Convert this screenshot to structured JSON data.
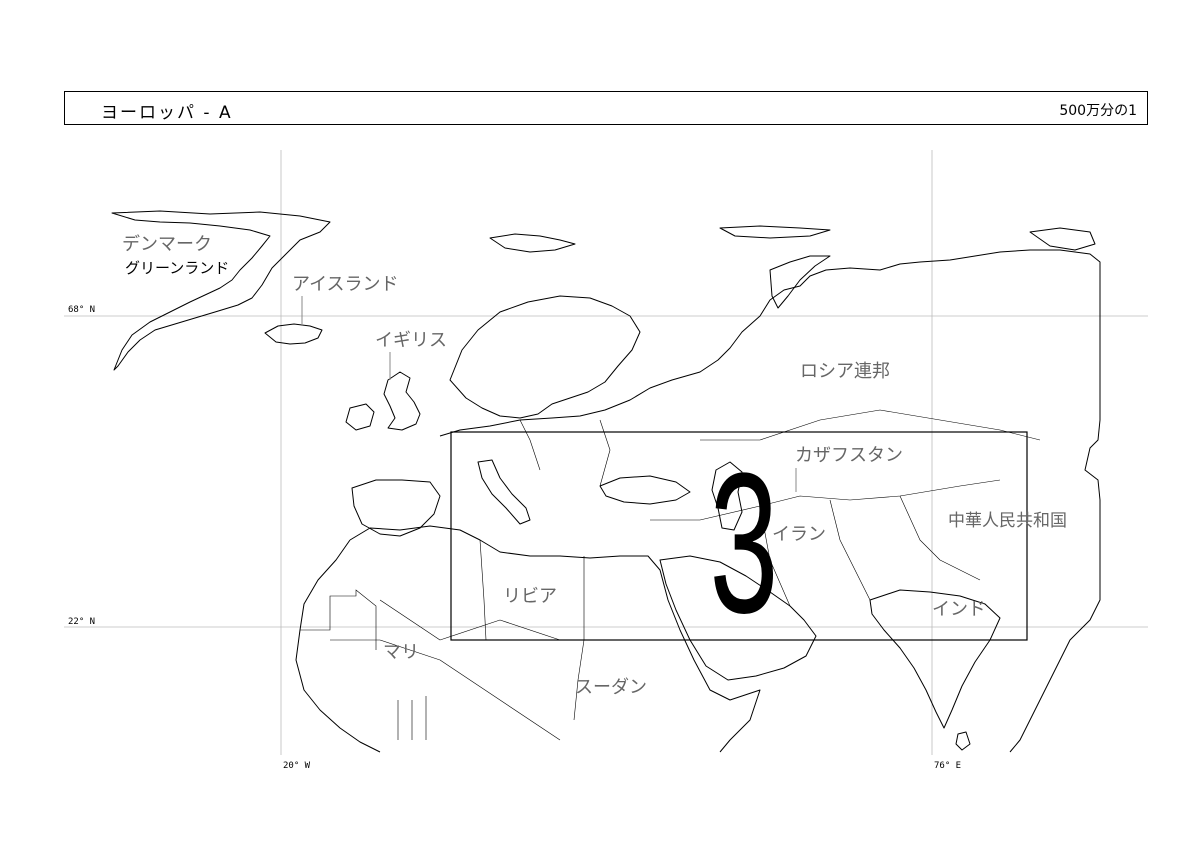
{
  "header": {
    "title": "ヨーロッパ - A",
    "scale": "500万分の1"
  },
  "grid": {
    "lat_68": "68° N",
    "lat_22": "22° N",
    "lon_20w": "20° W",
    "lon_76e": "76° E"
  },
  "sheet_number": "3",
  "labels": {
    "denmark": "デンマーク",
    "greenland": "グリーンランド",
    "iceland": "アイスランド",
    "uk": "イギリス",
    "russia": "ロシア連邦",
    "kazakhstan": "カザフスタン",
    "china": "中華人民共和国",
    "iran": "イラン",
    "india": "インド",
    "libya": "リビア",
    "mali": "マリ",
    "sudan": "スーダン"
  },
  "colors": {
    "land_outline": "#000000",
    "label_text": "#666666",
    "grid_line": "#bbbbbb"
  }
}
